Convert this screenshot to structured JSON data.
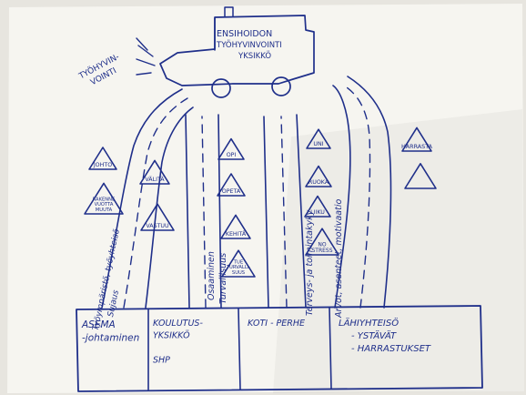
{
  "colors": {
    "ink": "#1f2f8a",
    "paper": "#f6f5f0",
    "background": "#e7e5df"
  },
  "vehicle": {
    "label_lines": [
      "ENSIHOIDON",
      "TYÖHYVINVOINTI",
      "YKSIKKÖ"
    ],
    "exhaust_label_lines": [
      "TYÖHYVIN-",
      "VOINTI"
    ]
  },
  "roads": {
    "labels": [
      {
        "id": "road1",
        "lines": [
          "Työympäristö, työyhteisö",
          "Sujaus"
        ]
      },
      {
        "id": "road2",
        "lines": [
          "Osaaminen",
          "Turvallisuus"
        ]
      },
      {
        "id": "road3",
        "lines": [
          "Terveys- ja toimintakyky",
          "Arvot, asenteet, motivaatio"
        ]
      }
    ]
  },
  "signs": [
    {
      "id": "johto",
      "lines": [
        "JOHTO"
      ]
    },
    {
      "id": "rakenne-vuorovaikutus",
      "lines": [
        "RAKENNE",
        "VUOTTA",
        "MUUTA"
      ]
    },
    {
      "id": "valita",
      "lines": [
        "VÄLITÄ"
      ]
    },
    {
      "id": "vastuu",
      "lines": [
        "VASTUU"
      ]
    },
    {
      "id": "opi",
      "lines": [
        "OPI"
      ]
    },
    {
      "id": "opeta",
      "lines": [
        "OPETA"
      ]
    },
    {
      "id": "kehita",
      "lines": [
        "KEHITÄ"
      ]
    },
    {
      "id": "tue",
      "lines": [
        "TUE",
        "TURVALLI-",
        "SUUS"
      ]
    },
    {
      "id": "uni",
      "lines": [
        "UNI"
      ]
    },
    {
      "id": "ruoka",
      "lines": [
        "RUOKA"
      ]
    },
    {
      "id": "liiku",
      "lines": [
        "LIIKU"
      ]
    },
    {
      "id": "no-stress",
      "lines": [
        "NO",
        "STRESS"
      ]
    },
    {
      "id": "harrasta",
      "lines": [
        "HARRASTA"
      ]
    },
    {
      "id": "empty",
      "lines": []
    }
  ],
  "boxes": [
    {
      "id": "asema",
      "lines": [
        "ASEMA",
        "-johtaminen"
      ]
    },
    {
      "id": "koulutusyksikko",
      "lines": [
        "KOULUTUS-",
        "YKSIKKÖ",
        "",
        "SHP"
      ]
    },
    {
      "id": "koti-perhe",
      "lines": [
        "KOTI - PERHE"
      ]
    },
    {
      "id": "lahiyhteiso",
      "lines": [
        "LÄHIYHTEISÖ",
        "- YSTÄVÄT",
        "- HARRASTUKSET"
      ]
    }
  ]
}
